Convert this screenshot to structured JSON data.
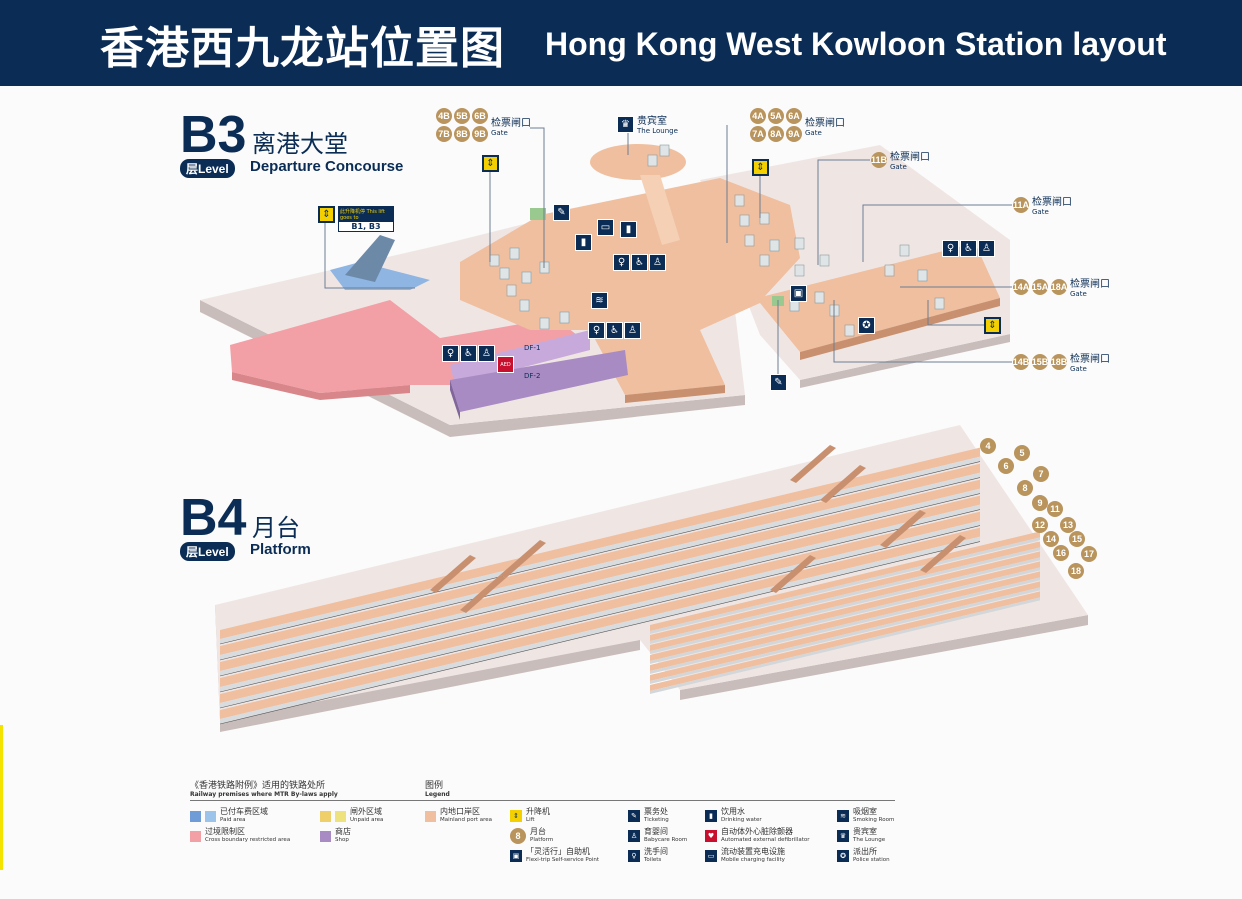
{
  "header": {
    "title_cn": "香港西九龙站位置图",
    "title_en": "Hong Kong West Kowloon Station layout"
  },
  "b3": {
    "code": "B3",
    "name_cn": "离港大堂",
    "level_label": "层Level",
    "name_en": "Departure Concourse",
    "lift_sign": {
      "title": "此升降机停 This lift goes to",
      "floors": "B1, B3"
    },
    "lounge": {
      "cn": "贵宾室",
      "en": "The Lounge"
    },
    "gates": [
      {
        "badges": [
          "4B",
          "5B",
          "6B",
          "7B",
          "8B",
          "9B"
        ],
        "cn": "检票闸口",
        "en": "Gate"
      },
      {
        "badges": [
          "4A",
          "5A",
          "6A",
          "7A",
          "8A",
          "9A"
        ],
        "cn": "检票闸口",
        "en": "Gate"
      },
      {
        "badges": [
          "11B"
        ],
        "cn": "检票闸口",
        "en": "Gate"
      },
      {
        "badges": [
          "11A"
        ],
        "cn": "检票闸口",
        "en": "Gate"
      },
      {
        "badges": [
          "14A",
          "15A",
          "18A"
        ],
        "cn": "检票闸口",
        "en": "Gate"
      },
      {
        "badges": [
          "14B",
          "15B",
          "18B"
        ],
        "cn": "检票闸口",
        "en": "Gate"
      }
    ],
    "shops": [
      "DF-1",
      "DF-2"
    ],
    "aed": "AED"
  },
  "b4": {
    "code": "B4",
    "name_cn": "月台",
    "level_label": "层Level",
    "name_en": "Platform",
    "platforms": [
      "4",
      "5",
      "6",
      "7",
      "8",
      "9",
      "11",
      "12",
      "13",
      "14",
      "15",
      "16",
      "17",
      "18"
    ]
  },
  "legend_premises": {
    "title_cn": "《香港铁路附例》适用的铁路处所",
    "title_en": "Railway premises where MTR By-laws apply",
    "items": [
      {
        "cn": "已付车费区域",
        "en": "Paid area",
        "colors": [
          "#6f9bd6",
          "#9cc3ea"
        ]
      },
      {
        "cn": "闸外区域",
        "en": "Unpaid area",
        "colors": [
          "#eecf6a",
          "#eee27e"
        ]
      },
      {
        "cn": "过境限制区",
        "en": "Cross boundary restricted area",
        "colors": [
          "#f2a0a5"
        ]
      },
      {
        "cn": "商店",
        "en": "Shop",
        "colors": [
          "#a98bc4"
        ]
      }
    ]
  },
  "legend": {
    "title_cn": "图例",
    "title_en": "Legend",
    "items": [
      {
        "cn": "内地口岸区",
        "en": "Mainland port area",
        "icon": "mainland-swatch"
      },
      {
        "cn": "升降机",
        "en": "Lift",
        "icon": "lift-icon"
      },
      {
        "cn": "月台",
        "en": "Platform",
        "icon": "platform-badge",
        "badge": "8"
      },
      {
        "cn": "「灵活行」自助机",
        "en": "Flexi-trip Self-service Point",
        "icon": "flexi-trip-icon"
      },
      {
        "cn": "票务处",
        "en": "Ticketing",
        "icon": "ticketing-icon"
      },
      {
        "cn": "育婴间",
        "en": "Babycare Room",
        "icon": "babycare-icon"
      },
      {
        "cn": "洗手间",
        "en": "Toilets",
        "icon": "toilets-icon"
      },
      {
        "cn": "饮用水",
        "en": "Drinking water",
        "icon": "drinking-water-icon"
      },
      {
        "cn": "自动体外心脏除颤器",
        "en": "Automated external defibrillator",
        "icon": "aed-icon"
      },
      {
        "cn": "流动装置充电设施",
        "en": "Mobile charging facility",
        "icon": "charging-icon"
      },
      {
        "cn": "吸烟室",
        "en": "Smoking Room",
        "icon": "smoking-room-icon"
      },
      {
        "cn": "贵宾室",
        "en": "The Lounge",
        "icon": "lounge-icon"
      },
      {
        "cn": "派出所",
        "en": "Police station",
        "icon": "police-icon"
      }
    ]
  },
  "colors": {
    "navy": "#0b2d55",
    "gold": "#b9955d",
    "mainland": "#efbfa0",
    "restricted": "#f2a0a5",
    "shop": "#a98bc4",
    "paid": "#8fb5e3"
  }
}
